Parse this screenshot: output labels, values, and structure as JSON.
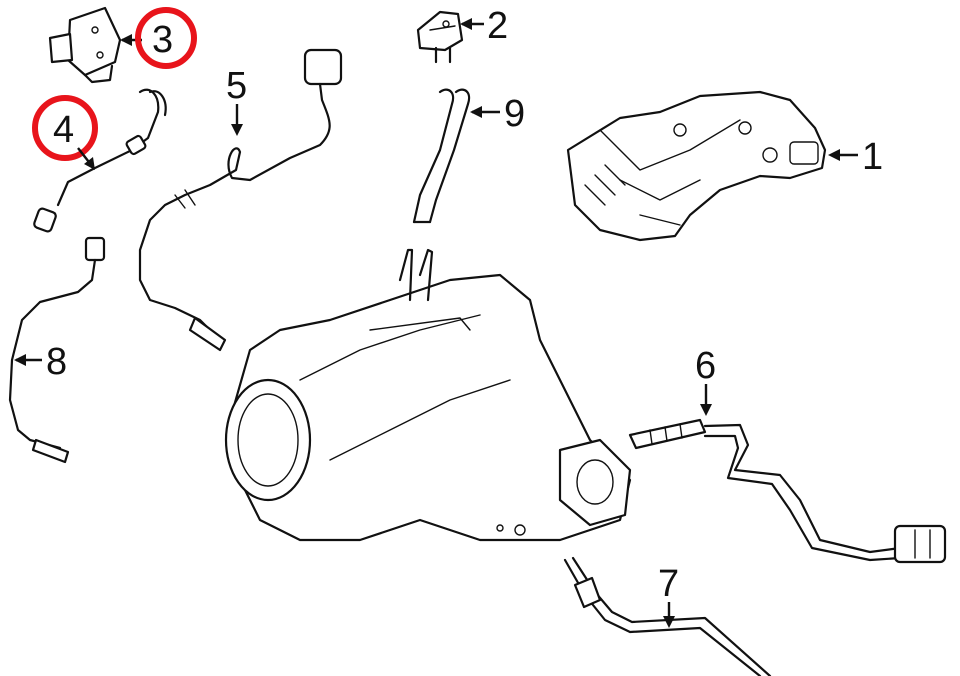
{
  "callouts": [
    {
      "label": "1",
      "highlighted": false
    },
    {
      "label": "2",
      "highlighted": false
    },
    {
      "label": "3",
      "highlighted": true
    },
    {
      "label": "4",
      "highlighted": true
    },
    {
      "label": "5",
      "highlighted": false
    },
    {
      "label": "6",
      "highlighted": false
    },
    {
      "label": "7",
      "highlighted": false
    },
    {
      "label": "8",
      "highlighted": false
    },
    {
      "label": "9",
      "highlighted": false
    }
  ],
  "colors": {
    "line": "#111111",
    "highlight_circle": "#e8141b",
    "background": "#ffffff"
  }
}
